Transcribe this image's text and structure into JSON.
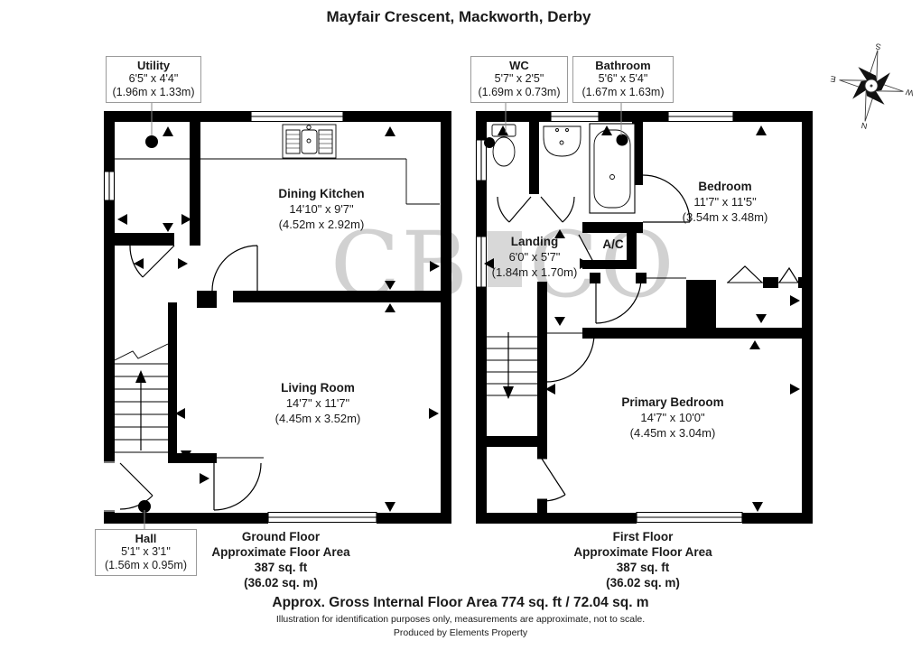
{
  "title": "Mayfair Crescent, Mackworth, Derby",
  "rooms": {
    "utility": {
      "name": "Utility",
      "imperial": "6'5\" x 4'4\"",
      "metric": "(1.96m x 1.33m)"
    },
    "wc": {
      "name": "WC",
      "imperial": "5'7\" x 2'5\"",
      "metric": "(1.69m x 0.73m)"
    },
    "bathroom": {
      "name": "Bathroom",
      "imperial": "5'6\" x 5'4\"",
      "metric": "(1.67m x 1.63m)"
    },
    "dining_kitchen": {
      "name": "Dining Kitchen",
      "imperial": "14'10\" x 9'7\"",
      "metric": "(4.52m x 2.92m)"
    },
    "landing": {
      "name": "Landing",
      "imperial": "6'0\" x 5'7\"",
      "metric": "(1.84m x 1.70m)"
    },
    "ac": {
      "name": "A/C"
    },
    "bedroom": {
      "name": "Bedroom",
      "imperial": "11'7\" x 11'5\"",
      "metric": "(3.54m x 3.48m)"
    },
    "living_room": {
      "name": "Living Room",
      "imperial": "14'7\" x 11'7\"",
      "metric": "(4.45m x 3.52m)"
    },
    "primary_bedroom": {
      "name": "Primary Bedroom",
      "imperial": "14'7\" x 10'0\"",
      "metric": "(4.45m x 3.04m)"
    },
    "hall": {
      "name": "Hall",
      "imperial": "5'1\" x 3'1\"",
      "metric": "(1.56m x 0.95m)"
    }
  },
  "floors": {
    "ground": {
      "name": "Ground Floor",
      "area_label": "Approximate Floor Area",
      "area_ft": "387 sq. ft",
      "area_m": "(36.02 sq. m)"
    },
    "first": {
      "name": "First Floor",
      "area_label": "Approximate Floor Area",
      "area_ft": "387 sq. ft",
      "area_m": "(36.02 sq. m)"
    }
  },
  "footer": {
    "gross_area": "Approx. Gross Internal Floor Area 774 sq. ft / 72.04 sq. m",
    "disclaimer": "Illustration for identification purposes only, measurements are approximate, not to scale.",
    "produced_by": "Produced by Elements Property"
  },
  "watermark": {
    "left": "CB",
    "right": "CO"
  },
  "compass": {
    "n": "N",
    "s": "S",
    "e": "E",
    "w": "W"
  },
  "colors": {
    "wall": "#000000",
    "watermark": "#c9c9c9",
    "label_border": "#9a9a9a"
  }
}
